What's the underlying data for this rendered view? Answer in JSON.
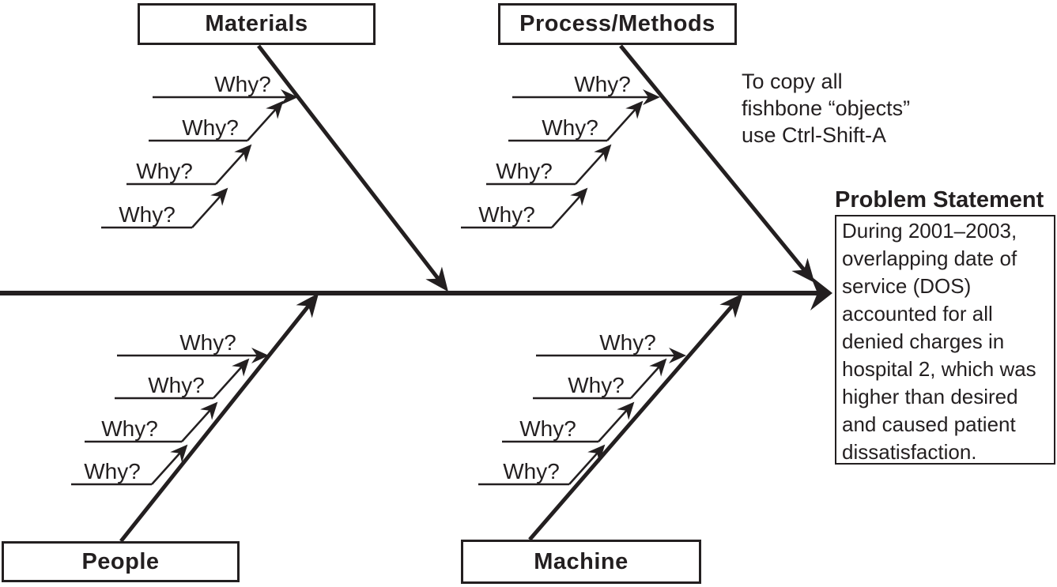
{
  "colors": {
    "ink": "#231f20",
    "paper": "#ffffff"
  },
  "note": {
    "lines": [
      "To copy all",
      "fishbone “objects”",
      "use Ctrl-Shift-A"
    ]
  },
  "branches": [
    {
      "id": "materials",
      "label": "Materials",
      "whys": [
        "Why?",
        "Why?",
        "Why?",
        "Why?"
      ]
    },
    {
      "id": "process-methods",
      "label": "Process/Methods",
      "whys": [
        "Why?",
        "Why?",
        "Why?",
        "Why?"
      ]
    },
    {
      "id": "people",
      "label": "People",
      "whys": [
        "Why?",
        "Why?",
        "Why?",
        "Why?"
      ]
    },
    {
      "id": "machine",
      "label": "Machine",
      "whys": [
        "Why?",
        "Why?",
        "Why?",
        "Why?"
      ]
    }
  ],
  "problem": {
    "title": "Problem Statement",
    "body": "During 2001–2003, overlapping date of service (DOS) accounted for all denied charges in hospital 2, which was higher than desired and caused patient dissatisfaction."
  }
}
